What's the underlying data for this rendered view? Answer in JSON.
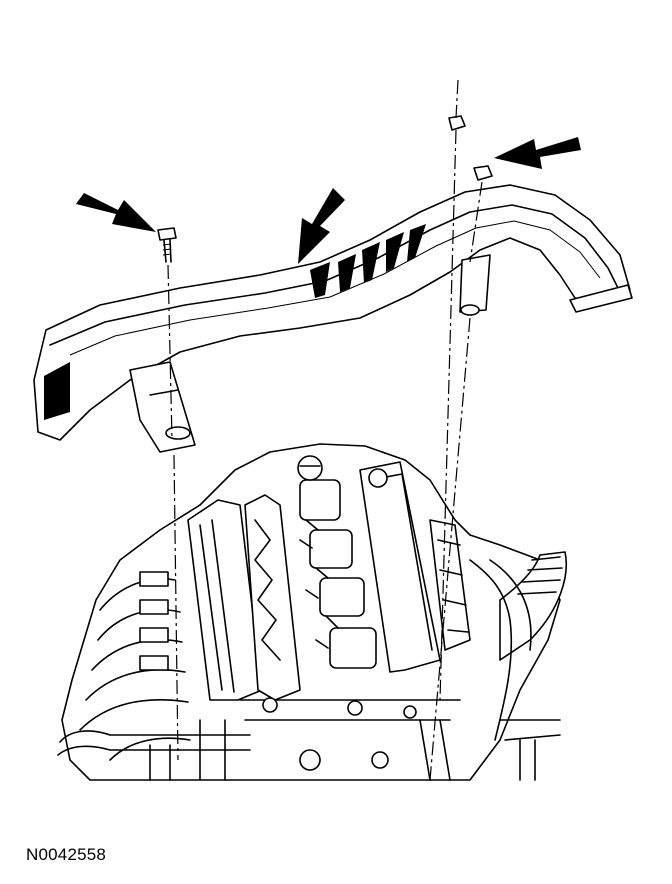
{
  "figure": {
    "id_label": "N0042558"
  },
  "callouts": [
    {
      "name": "left-bolt-arrow"
    },
    {
      "name": "cover-arrow"
    },
    {
      "name": "right-nut-arrow"
    }
  ],
  "colors": {
    "line": "#000000",
    "background": "#ffffff"
  }
}
